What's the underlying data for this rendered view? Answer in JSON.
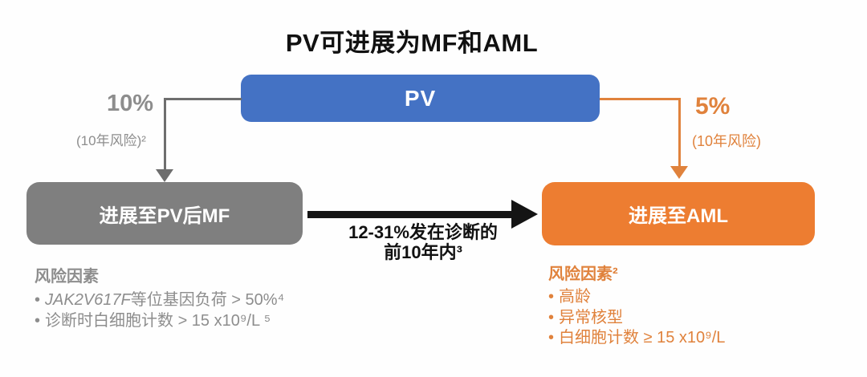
{
  "title": "PV可进展为MF和AML",
  "colors": {
    "pv_box": "#4472C4",
    "mf_box": "#7F7F7F",
    "aml_box": "#ED7D31",
    "gray_line": "#6E6E6E",
    "orange_line": "#E0823C",
    "gray_text": "#8D8D8D",
    "orange_text": "#E0823C"
  },
  "nodes": {
    "pv": {
      "label": "PV"
    },
    "post_pv_mf": {
      "label": "进展至PV后MF"
    },
    "aml": {
      "label": "进展至AML"
    }
  },
  "edges": {
    "pv_to_mf": {
      "rate": "10%",
      "note": "(10年风险)²"
    },
    "pv_to_aml": {
      "rate": "5%",
      "note": "(10年风险)"
    },
    "mf_to_aml": {
      "label_line1": "12-31%发在诊断的",
      "label_line2": "前10年内³"
    }
  },
  "risk_factors_mf": {
    "header": "风险因素",
    "bullet": "•",
    "item1_gene": "JAK2V617F",
    "item1_rest": "等位基因负荷 > 50%⁴",
    "item2": "诊断时白细胞计数 > 15 x10⁹/L ⁵"
  },
  "risk_factors_aml": {
    "header": "风险因素²",
    "bullet": "•",
    "items": [
      "高龄",
      "异常核型",
      "白细胞计数 ≥ 15 x10⁹/L"
    ]
  }
}
